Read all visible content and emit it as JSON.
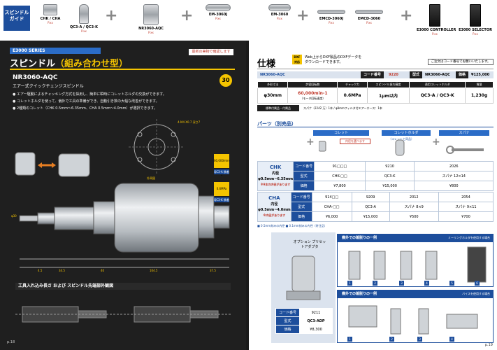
{
  "top": {
    "guide_tab": "スピンドル\nガイド",
    "products": [
      {
        "label": "CHK / CHA",
        "sub": "P.xx"
      },
      {
        "label": "QC3-A / QC3-K",
        "sub": "P.xx"
      },
      {
        "label": "NR3060-AQC",
        "sub": "P.xx"
      },
      {
        "label": "EM-3060J",
        "sub": "P.xx"
      },
      {
        "label": "EM-3060",
        "sub": "P.xx"
      },
      {
        "label": "EMCD-3060J",
        "sub": "P.xx"
      },
      {
        "label": "EMCD-3060",
        "sub": "P.xx"
      },
      {
        "label": "E3000 CONTROLLER",
        "sub": "P.xx"
      },
      {
        "label": "E3000 SELECTOR",
        "sub": "P.xx"
      }
    ],
    "plus": "+"
  },
  "left": {
    "series": "E3000 SERIES",
    "title_main": "スピンドル",
    "title_accent": "（組み合わせ型）",
    "flag": "最新の実物で確認します",
    "model": "NR3060-AQC",
    "model_sub": "エアー式クイックチェンジスピンドル",
    "bullets": [
      "● エアー駆動によるチャッキング方式を採用し、簡単に瞬時にコレットホルダの交換ができます。",
      "● コレットホルダを使って、偏外で工具の準備ができ、自動引き数の大幅な改善ができます。",
      "● 2種類のコレット（CHK 0.5mm～6.35mm、CHA 0.5mm～4.0mm）が選択できます。"
    ],
    "badge": "30",
    "side_labels": [
      {
        "box": "60,000min-1",
        "tag": "QC3-A 装着"
      },
      {
        "box": "0.6MPa",
        "tag": "QC3-K 装着"
      }
    ],
    "dims": [
      "4-M4 X0.7 深さ7",
      "外周図",
      "34.5",
      "40",
      "104.5",
      "φ30",
      "4.5",
      "37.5"
    ],
    "section_title": "工具入れ込み長さ および スピンドル先端部外観図",
    "page_no": "p.18"
  },
  "right": {
    "title": "仕様",
    "dxf": "DXF\n対応",
    "dxf_note": "Web上からDXF製品のDXFデータを\nダウンロードできます。",
    "flag": "ご注文はコード番号でお願いいたします。",
    "spec_head": {
      "model": "NR3060-AQC",
      "code_label": "コード番号",
      "code": "9220",
      "type_label": "型式",
      "type": "NR3060-AQC",
      "price_label": "価格",
      "price": "¥125,000"
    },
    "spec_cols": [
      "外形寸法",
      "許容回転数",
      "チャック力",
      "スピンドル振れ精度",
      "適用コレットホルダ",
      "質量"
    ],
    "spec_vals": [
      "φ30mm",
      "60,000min-1",
      "0.6MPa",
      "1μm以内",
      "QC3-A / QC3-K",
      "1,230g"
    ],
    "spec_speed_note": "（モータ回転速度）",
    "spec_note_key": "標準付属品・付属品",
    "spec_note": "スパナ（2242 万）1本 / φ8mmフィルタ付エアーホース：1本",
    "parts_title": "パーツ（別売品）",
    "col_labels": [
      "コレット",
      "コレットホルダ",
      "スパナ"
    ],
    "col_sublabels": [
      "内径を選べます",
      "（コレットと同品）"
    ],
    "chk": {
      "name": "CHK",
      "range": "内径 φ0.5mm~6.35mm",
      "note": "※9本の内径があります",
      "rows": [
        {
          "k": "コード番号",
          "v": [
            "91□□□",
            "9210",
            "2026"
          ]
        },
        {
          "k": "型式",
          "v": [
            "CHK-□□",
            "QC3-K",
            "スパナ 12×14"
          ]
        },
        {
          "k": "価格",
          "v": [
            "¥7,800",
            "¥15,000",
            "¥800"
          ]
        }
      ]
    },
    "cha": {
      "name": "CHA",
      "range": "内径 φ0.5mm~4.0mm",
      "note": "※内径があります",
      "rows": [
        {
          "k": "コード番号",
          "v": [
            "914□□",
            "9209",
            "2012",
            "2054"
          ]
        },
        {
          "k": "型式",
          "v": [
            "CHA-□□",
            "QC3-A",
            "スパナ 8×9",
            "スパナ 9×11"
          ]
        },
        {
          "k": "価格",
          "v": [
            "¥6,000",
            "¥15,000",
            "¥500",
            "¥700"
          ]
        }
      ]
    },
    "legend": "■ 0.5mm刻みの内径 ■ 0.1mm刻みの内径（特注品）",
    "adapter": {
      "title": "オプション プリセットアダプタ",
      "rows": [
        {
          "k": "コード番号",
          "v": "9211"
        },
        {
          "k": "型式",
          "v": "QC3-ADP"
        },
        {
          "k": "価格",
          "v": "¥8,300"
        }
      ]
    },
    "examples": [
      {
        "title": "機外での着脱りの一例",
        "tag": "ミーリングホルダを使用する場合",
        "steps": [
          "1",
          "2",
          "3",
          "4",
          "5",
          "6"
        ]
      },
      {
        "title": "機外での着脱りの一例",
        "tag": "バイスを使用する場合",
        "steps": [
          "1",
          "2",
          "3",
          "4"
        ]
      }
    ],
    "page_no": "p.19"
  }
}
